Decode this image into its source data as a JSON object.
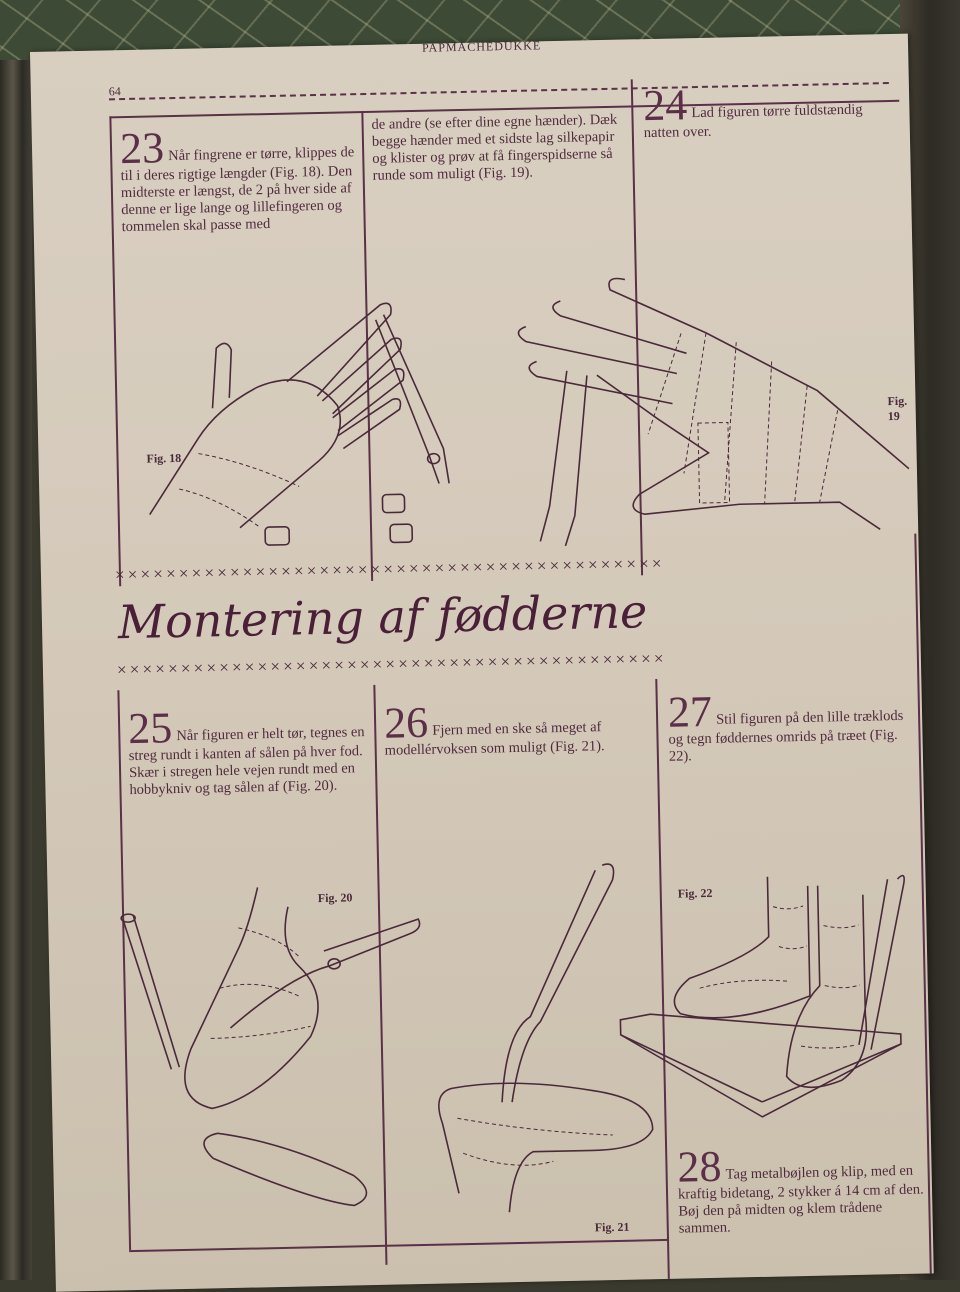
{
  "header": {
    "running_head": "PAPMACHÉDUKKE",
    "page_number": "64"
  },
  "section": {
    "title": "Montering af fødderne",
    "divider_glyph": "×××××××××××××××××××××××××××××××××××××××××××"
  },
  "steps": [
    {
      "number": "23",
      "text": "Når fingrene er tørre, klippes de til i deres rigtige længder (Fig. 18). Den midterste er længst, de 2 på hver side af denne er lige lange og lillefingeren og tommelen skal passe med"
    },
    {
      "number": "",
      "text": "de andre (se efter dine egne hænder). Dæk begge hænder med et sidste lag silkepapir og klister og prøv at få fingerspidserne så runde som muligt (Fig. 19)."
    },
    {
      "number": "24",
      "text": "Lad figuren tørre fuldstændig natten over."
    },
    {
      "number": "25",
      "text": "Når figuren er helt tør, tegnes en streg rundt i kanten af sålen på hver fod. Skær i stregen hele vejen rundt med en hobbykniv og tag sålen af (Fig. 20)."
    },
    {
      "number": "26",
      "text": "Fjern med en ske så meget af modellérvoksen som muligt (Fig. 21)."
    },
    {
      "number": "27",
      "text": "Stil figuren på den lille træklods og tegn føddernes omrids på træet (Fig. 22)."
    },
    {
      "number": "28",
      "text": "Tag metalbøjlen og klip, med en kraftig bidetang, 2 stykker á 14 cm af den. Bøj den på midten og klem trådene sammen."
    }
  ],
  "figures": [
    {
      "label": "Fig. 18",
      "depicts": "hand-fingers-being-cut-with-pliers"
    },
    {
      "label": "Fig. 19",
      "depicts": "hand-wrapped-in-tissue-paper"
    },
    {
      "label": "Fig. 20",
      "depicts": "foot-sole-cut-with-hobby-knife"
    },
    {
      "label": "Fig. 21",
      "depicts": "spoon-removing-clay-from-foot"
    },
    {
      "label": "Fig. 22",
      "depicts": "feet-traced-on-wood-block"
    }
  ],
  "colors": {
    "ink": "#4a2a3a",
    "paper": "#d4c9b9"
  }
}
